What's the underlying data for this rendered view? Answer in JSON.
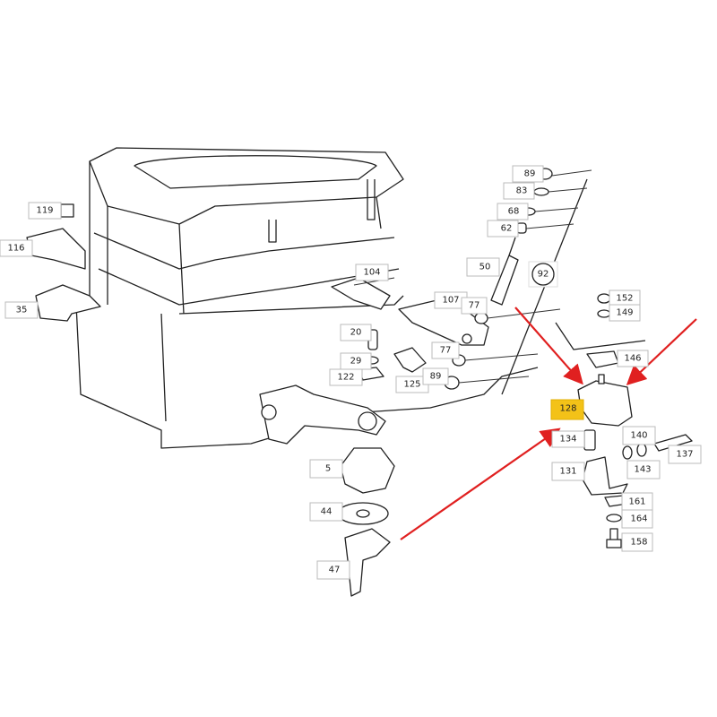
{
  "diagram": {
    "highlighted_part": "128",
    "highlight_color": "#f3c218",
    "arrow_color": "#e02020",
    "callouts": {
      "p119": "119",
      "p116": "116",
      "p35": "35",
      "p104": "104",
      "p107": "107",
      "p77a": "77",
      "p77b": "77",
      "p20": "20",
      "p29": "29",
      "p122": "122",
      "p125": "125",
      "p89b": "89",
      "p89a": "89",
      "p83": "83",
      "p68": "68",
      "p62": "62",
      "p50": "50",
      "p92": "92",
      "p152": "152",
      "p149": "149",
      "p146": "146",
      "p128": "128",
      "p134": "134",
      "p140": "140",
      "p137": "137",
      "p143": "143",
      "p131": "131",
      "p161": "161",
      "p164": "164",
      "p158": "158",
      "p5": "5",
      "p44": "44",
      "p47": "47"
    }
  }
}
